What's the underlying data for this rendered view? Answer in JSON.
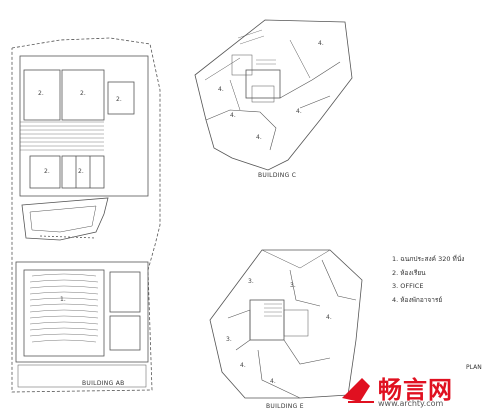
{
  "buildings": {
    "ab": {
      "label": "BUILDING AB"
    },
    "c": {
      "label": "BUILDING C"
    },
    "e": {
      "label": "BUILDING E"
    }
  },
  "rooms": {
    "ab_top_left": "2.",
    "ab_top_right": "2.",
    "ab_mid_left": "2.",
    "ab_mid_right": "2.",
    "ab_side": "2.",
    "ab_bottom": "1.",
    "c_1": "4.",
    "c_2": "4.",
    "c_3": "4.",
    "c_4": "4.",
    "c_5": "4.",
    "e_1": "3.",
    "e_2": "3.",
    "e_3": "4.",
    "e_4": "3.",
    "e_5": "4.",
    "e_6": "4."
  },
  "legend": [
    "1. ฉนภประสงค์ 320 ที่นั่ง",
    "2. ห้องเรียน",
    "3. OFFICE",
    "4. ห้องพักอาจารย์"
  ],
  "watermark": {
    "text": "畅言网",
    "url": "www.archty.com",
    "plan_label": "PLAN"
  }
}
